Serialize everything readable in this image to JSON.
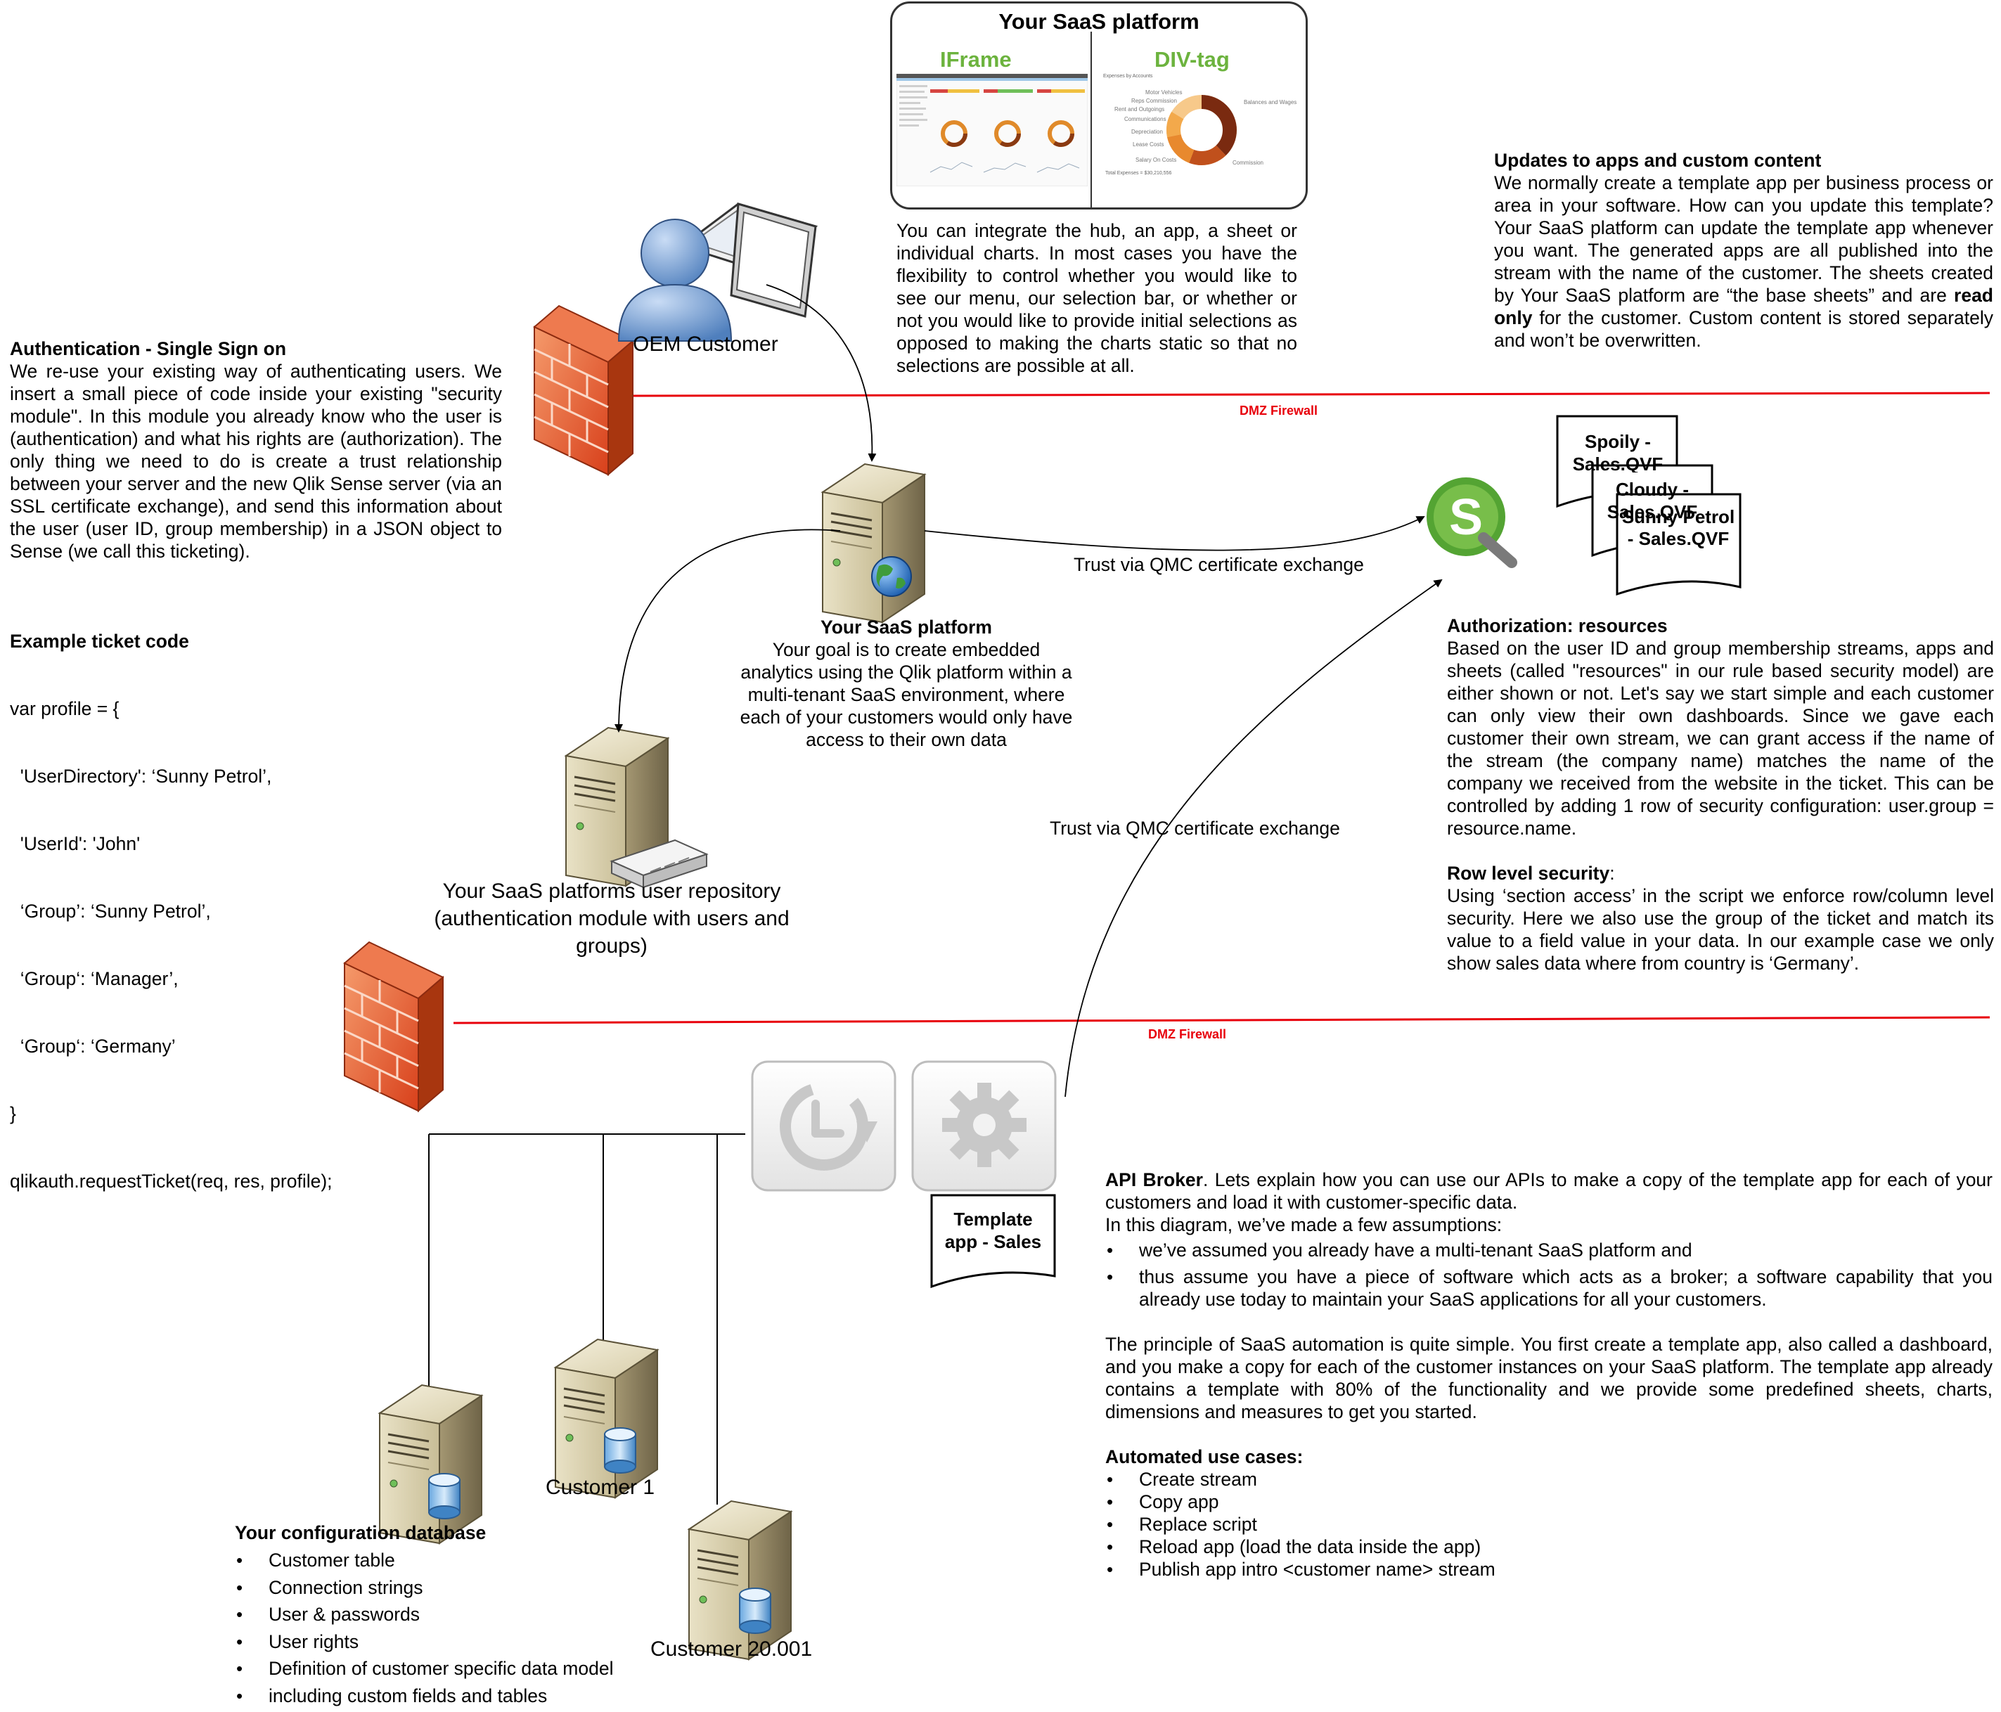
{
  "saas_box": {
    "title": "Your SaaS platform",
    "left_label": "IFrame",
    "right_label": "DIV-tag",
    "donut_labels": [
      "Expenses by Accounts",
      "Motor Vehicles",
      "Reps Commission",
      "Rent and Outgoings",
      "Communications",
      "Depreciation",
      "Lease Costs",
      "Salary On Costs",
      "Balances and Wages",
      "Commission",
      "Total Expenses = $30,210,556"
    ]
  },
  "integrate_text": "You can integrate the hub, an app, a sheet or individual charts. In most cases you have the flexibility to control whether you would like to see our menu, our selection bar, or whether or not you would like to provide initial selections as opposed to making the charts static so that no selections are possible at all.",
  "updates": {
    "heading": "Updates to apps and custom content",
    "body_a": "We normally create a template app per business process or area in your software. How can you update this template? Your SaaS platform can update the template app whenever you want. The generated apps are all published into the stream with the name of the customer. The sheets created by Your SaaS platform are “the base sheets” and are ",
    "body_bold": "read only",
    "body_b": " for the customer. Custom content is stored separately and won’t be overwritten."
  },
  "oem_customer": "OEM Customer",
  "auth": {
    "heading": "Authentication - Single Sign on",
    "body": "We re-use your existing way of authenticating users. We insert a small piece of code inside your existing \"security module\". In this module you already know who the user is (authentication) and what his rights are (authorization). The only thing we need to do is create a trust relationship between your server and the new Qlik Sense server (via an SSL certificate exchange), and send this information about the user (user ID, group membership) in a JSON object to Sense (we call this ticketing).",
    "code_heading": "Example ticket code",
    "code_lines": [
      "var profile = {",
      "  'UserDirectory': ‘Sunny Petrol’,",
      "  'UserId': 'John'",
      "  ‘Group’: ‘Sunny Petrol’,",
      "  ‘Group‘: ‘Manager’,",
      "  ‘Group‘: ‘Germany’",
      "}",
      "qlikauth.requestTicket(req, res, profile);"
    ]
  },
  "firewall_label_1": "DMZ Firewall",
  "firewall_label_2": "DMZ Firewall",
  "trust_label_1": "Trust via QMC certificate exchange",
  "trust_label_2": "Trust via QMC certificate exchange",
  "saas_platform": {
    "heading": "Your SaaS platform",
    "body": "Your goal is to create embedded analytics using the Qlik platform within a multi-tenant SaaS environment, where each of your customers would only have access to their own data"
  },
  "user_repo": "Your SaaS platforms user repository (authentication module with users and groups)",
  "qvf_docs": [
    "Spoily - Sales.QVF",
    "Cloudy - Sales.QVF",
    "Sunny Petrol - Sales.QVF"
  ],
  "authorization": {
    "heading": "Authorization: resources",
    "body": "Based on the user ID and group membership streams, apps and sheets (called \"resources\" in our rule based security model) are either shown or not. Let's say we start simple and each customer can only view their own dashboards. Since we gave each customer their own stream, we can grant access if the name of the stream (the company name) matches the name of the company we received from the website in the ticket. This can be controlled by adding 1 row of security configuration: user.group = resource.name.",
    "rls_heading": "Row level security",
    "rls_colon": ":",
    "rls_body": "Using ‘section access’ in the script we enforce row/column level security. Here we also use the group of the ticket and match its value to a field value in your data. In our example case we only show sales data where from country is ‘Germany’."
  },
  "template_doc": "Template app - Sales",
  "api_broker": {
    "heading": "API Broker",
    "intro": ". Lets explain how you can use our APIs to make a copy of the template app for each of your customers and load it with customer-specific data.",
    "line2": "In this diagram, we’ve made a few assumptions:",
    "bullets": [
      "we’ve assumed you already have a multi-tenant SaaS platform and",
      "thus assume you have a piece of software which acts as a broker;  a software capability that you already use today to maintain your SaaS applications for all your customers."
    ],
    "principle": "The principle of SaaS automation is quite simple. You first create a template app, also called a dashboard, and you make a copy for each of the customer instances on your SaaS platform. The template app already contains a template with 80% of the functionality and we provide some predefined sheets, charts, dimensions and measures to get you started.",
    "use_cases_heading": "Automated use cases:",
    "use_cases": [
      "Create stream",
      "Copy app",
      "Replace script",
      "Reload app (load the data inside the app)",
      "Publish app intro <customer name> stream"
    ]
  },
  "config_db": {
    "heading": "Your configuration database",
    "items": [
      "Customer table",
      "Connection strings",
      "User & passwords",
      "User rights",
      "Definition of customer specific data model",
      "including custom fields and tables"
    ]
  },
  "customer_1": "Customer 1",
  "customer_2": "Customer 20.001",
  "colors": {
    "firewall_line": "#e8000b",
    "qlik_green": "#54a433",
    "label_green": "#6cb33e"
  }
}
